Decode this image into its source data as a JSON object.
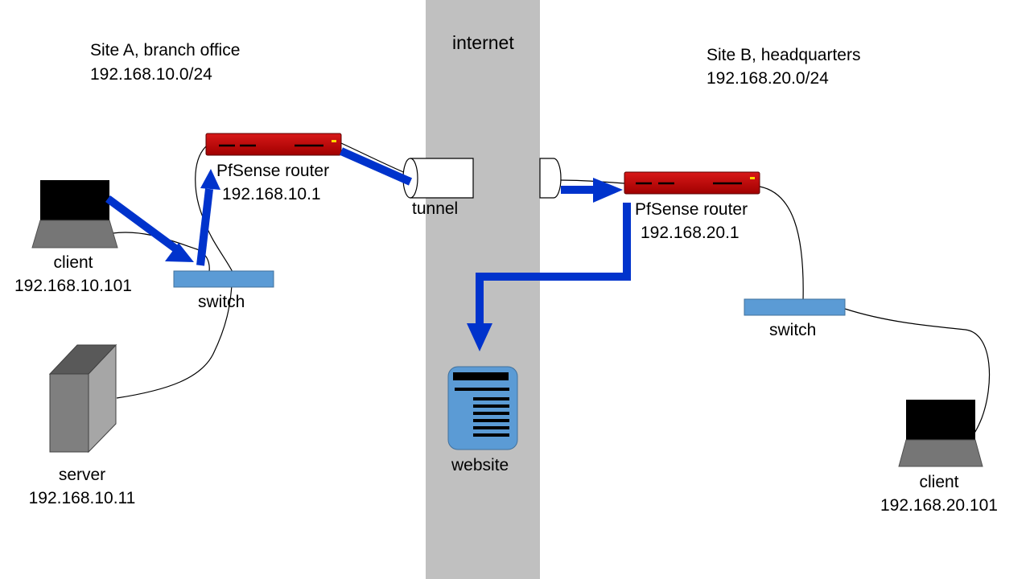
{
  "internet": {
    "label": "internet"
  },
  "site_a": {
    "heading": "Site A, branch office",
    "subnet": "192.168.10.0/24",
    "router": {
      "name": "PfSense router",
      "ip": "192.168.10.1"
    },
    "switch": {
      "name": "switch"
    },
    "client": {
      "name": "client",
      "ip": "192.168.10.101"
    },
    "server": {
      "name": "server",
      "ip": "192.168.10.11"
    }
  },
  "site_b": {
    "heading": "Site B, headquarters",
    "subnet": "192.168.20.0/24",
    "router": {
      "name": "PfSense router",
      "ip": "192.168.20.1"
    },
    "switch": {
      "name": "switch"
    },
    "client": {
      "name": "client",
      "ip": "192.168.20.101"
    }
  },
  "tunnel": {
    "label": "tunnel"
  },
  "website": {
    "label": "website"
  },
  "colors": {
    "internet_band": "#c0c0c0",
    "router": "#c00000",
    "switch": "#5b9bd5",
    "traffic_arrow": "#0033cc",
    "website_icon": "#5b9bd5",
    "laptop_screen": "#000000",
    "laptop_base": "#767676",
    "server": "#7f7f7f"
  }
}
